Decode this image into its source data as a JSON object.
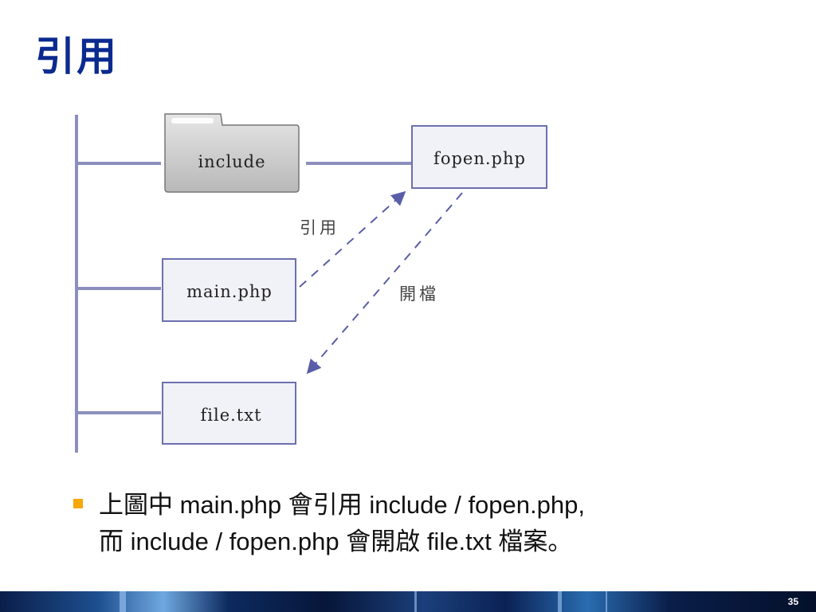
{
  "slide": {
    "title": "引用",
    "page_number": "35"
  },
  "diagram": {
    "folder": {
      "label": "include"
    },
    "files": {
      "fopen": "fopen.php",
      "main": "main.php",
      "file": "file.txt"
    },
    "edges": {
      "include_label": "引用",
      "open_label": "開檔"
    },
    "colors": {
      "tree_line": "#8c8fbd",
      "box_border": "#6d70ad",
      "box_fill": "#f1f1f8",
      "arrow": "#5a5ea8",
      "folder_fill": "#c8c8c8"
    }
  },
  "bullet": {
    "line1": "上圖中 main.php 會引用 include / fopen.php,",
    "line2": "而 include / fopen.php 會開啟 file.txt 檔案。",
    "marker_color": "#f6a800"
  },
  "footer": {
    "colors": [
      "#0a1e4a",
      "#6fa8e0",
      "#04102a"
    ]
  }
}
